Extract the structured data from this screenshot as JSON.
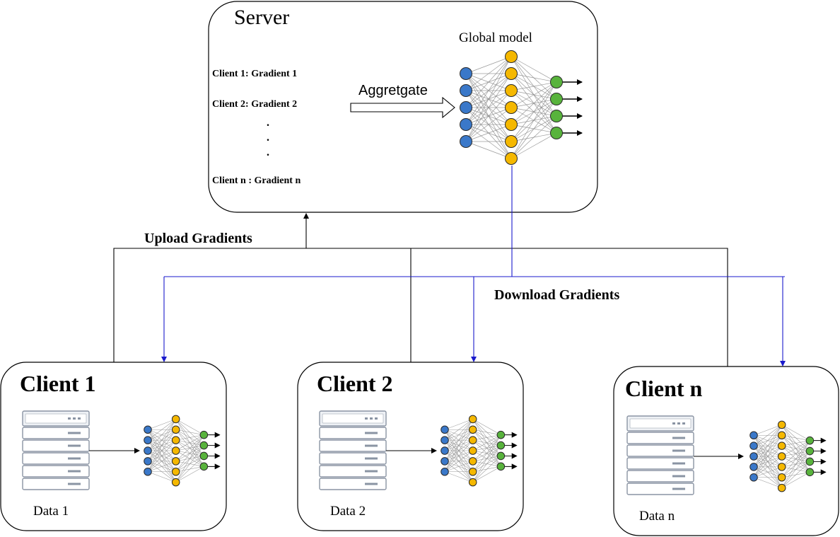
{
  "server": {
    "title": "Server",
    "model_label": "Global model",
    "aggregate_label": "Aggretgate",
    "entries": [
      "Client 1: Gradient 1",
      "Client 2: Gradient 2",
      "Client n : Gradient n"
    ],
    "ellipsis": "."
  },
  "connections": {
    "upload_label": "Upload Gradients",
    "download_label": "Download Gradients"
  },
  "clients": [
    {
      "title": "Client 1",
      "data_label": "Data 1"
    },
    {
      "title": "Client 2",
      "data_label": "Data 2"
    },
    {
      "title": "Client n",
      "data_label": "Data n"
    }
  ],
  "colors": {
    "input_node": "#3a78c9",
    "hidden_node": "#f5b800",
    "output_node": "#58b33c",
    "download_line": "#1a1acc",
    "edge": "#8a8a8a"
  }
}
